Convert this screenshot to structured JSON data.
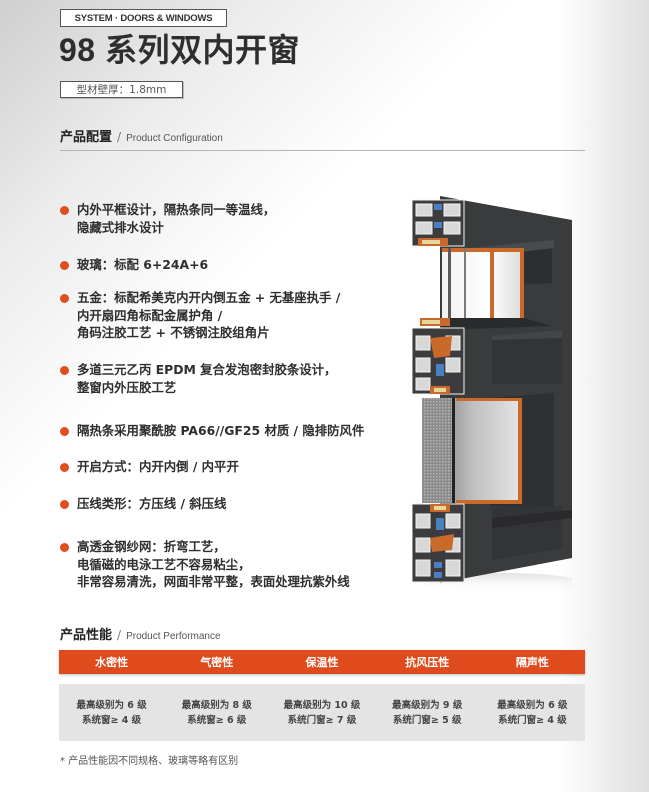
{
  "header": {
    "system_badge": "SYSTEM · DOORS & WINDOWS",
    "title": "98 系列双内开窗",
    "thickness_badge": "型材壁厚：1.8mm"
  },
  "config_section": {
    "title_cn": "产品配置",
    "separator": "/",
    "title_en": "Product Configuration",
    "features": [
      {
        "text": "内外平框设计，隔热条同一等温线，\n隐藏式排水设计"
      },
      {
        "text": "玻璃：标配 6+24A+6"
      },
      {
        "text": "五金：标配希美克内开内倒五金 + 无基座执手 /\n内开扇四角标配金属护角 /\n角码注胶工艺 + 不锈钢注胶组角片"
      },
      {
        "text": "多道三元乙丙 EPDM 复合发泡密封胶条设计，\n整窗内外压胶工艺"
      },
      {
        "text": "隔热条采用聚酰胺 PA66//GF25 材质 / 隐排防风件"
      },
      {
        "text": "开启方式：内开内倒 / 内平开"
      },
      {
        "text": "压线类形：方压线 / 斜压线"
      },
      {
        "text": "高透金钢纱网：折弯工艺，\n电循磁的电泳工艺不容易粘尘，\n非常容易清洗，网面非常平整，表面处理抗紫外线"
      }
    ]
  },
  "perf_section": {
    "title_cn": "产品性能",
    "separator": "/",
    "title_en": "Product Performance",
    "columns": [
      "水密性",
      "气密性",
      "保温性",
      "抗风压性",
      "隔声性"
    ],
    "rows": [
      {
        "max": "最高级别为 6 级",
        "system": "系统窗≥ 4 级"
      },
      {
        "max": "最高级别为 8 级",
        "system": "系统窗≥ 6 级"
      },
      {
        "max": "最高级别为 10 级",
        "system": "系统门窗≥ 7 级"
      },
      {
        "max": "最高级别为 9 级",
        "system": "系统门窗≥ 5 级"
      },
      {
        "max": "最高级别为 6 级",
        "system": "系统门窗≥ 4 级"
      }
    ],
    "footnote": "* 产品性能因不同规格、玻璃等略有区别"
  },
  "colors": {
    "accent": "#e04b1d",
    "title": "#2e2e2e",
    "frame_dark": "#3a3b3d",
    "thermal_break": "#c96a2a",
    "gasket_blue": "#4a7fc1"
  },
  "illustration": {
    "icon": "window-cross-section-illustration"
  }
}
